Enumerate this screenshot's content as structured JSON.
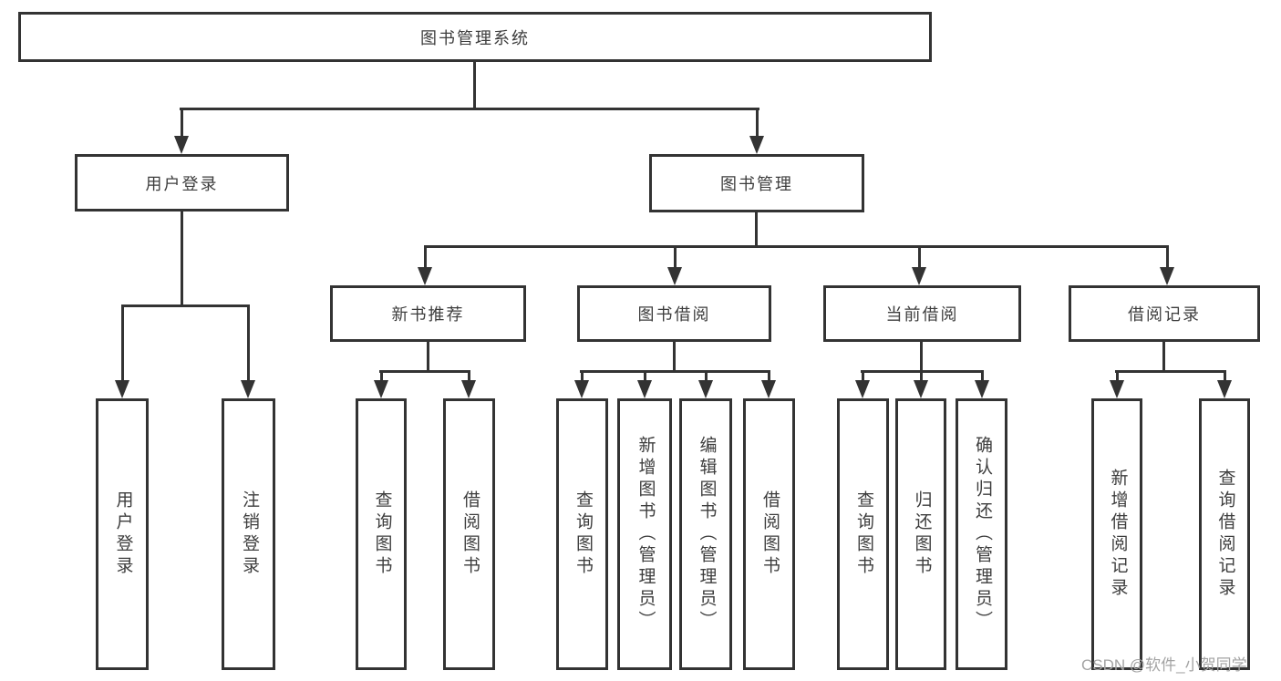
{
  "diagram": {
    "type": "tree",
    "root": {
      "label": "图书管理系统"
    },
    "children": [
      {
        "label": "用户登录",
        "children": [
          {
            "label": "用户登录"
          },
          {
            "label": "注销登录"
          }
        ]
      },
      {
        "label": "图书管理",
        "children": [
          {
            "label": "新书推荐",
            "children": [
              {
                "label": "查询图书"
              },
              {
                "label": "借阅图书"
              }
            ]
          },
          {
            "label": "图书借阅",
            "children": [
              {
                "label": "查询图书"
              },
              {
                "label": "新增图书（管理员）"
              },
              {
                "label": "编辑图书（管理员）"
              },
              {
                "label": "借阅图书"
              }
            ]
          },
          {
            "label": "当前借阅",
            "children": [
              {
                "label": "查询图书"
              },
              {
                "label": "归还图书"
              },
              {
                "label": "确认归还（管理员）"
              }
            ]
          },
          {
            "label": "借阅记录",
            "children": [
              {
                "label": "新增借阅记录"
              },
              {
                "label": "查询借阅记录"
              }
            ]
          }
        ]
      }
    ]
  },
  "watermark": {
    "text": "CSDN @软件_小贺同学"
  },
  "colors": {
    "background": "#ffffff",
    "line": "#333333",
    "text": "#3d3d3d",
    "watermark": "#a4a4a4"
  }
}
